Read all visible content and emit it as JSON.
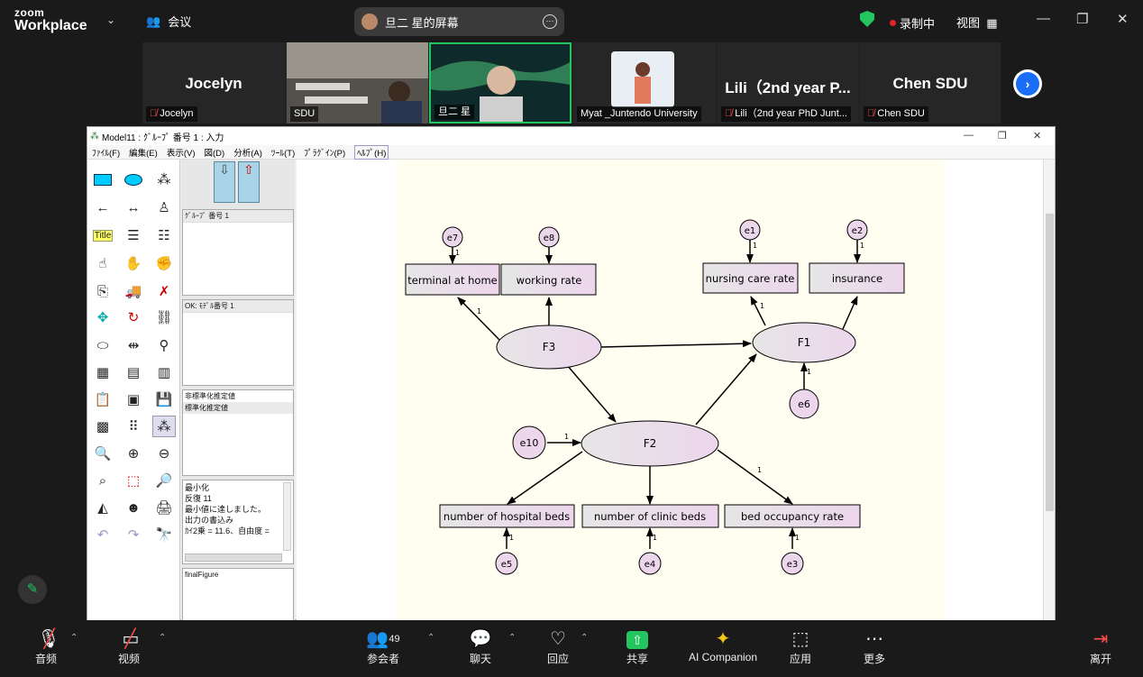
{
  "app": {
    "brand_line1": "zoom",
    "brand_line2": "Workplace"
  },
  "topbar": {
    "meeting_label": "会议",
    "share_title": "旦二 星的屏幕",
    "recording_label": "录制中",
    "view_label": "视图"
  },
  "participants": [
    {
      "display": "Jocelyn",
      "tag": "Jocelyn",
      "muted": true
    },
    {
      "display": "",
      "tag": "SDU",
      "muted": false
    },
    {
      "display": "",
      "tag": "旦二 星",
      "muted": false
    },
    {
      "display": "",
      "tag": "Myat _Juntendo University",
      "muted": false
    },
    {
      "display": "Lili（2nd year P...",
      "tag": "Lili（2nd year PhD Junt...",
      "muted": true
    },
    {
      "display": "Chen SDU",
      "tag": "Chen SDU",
      "muted": true
    }
  ],
  "amos": {
    "title": "Model11 : ｸﾞﾙｰﾌﾟ 番号 1 : 入力",
    "menu": [
      "ﾌｧｲﾙ(F)",
      "編集(E)",
      "表示(V)",
      "図(D)",
      "分析(A)",
      "ﾂｰﾙ(T)",
      "ﾌﾟﾗｸﾞｲﾝ(P)",
      "ﾍﾙﾌﾟ(H)"
    ],
    "tool_title": "Title",
    "group_panel": "ｸﾞﾙｰﾌﾟ 番号 1",
    "model_panel": "OK: ﾓﾃﾞﾙ番号 1",
    "estimates": [
      "非標準化推定値",
      "標準化推定値"
    ],
    "log_lines": [
      "最小化",
      "反復 11",
      "最小値に達しました。",
      "出力の書込み",
      "ｶｲ2乗 = 11.6、自由度 ="
    ],
    "figure_panel": "finalFigure"
  },
  "diagram": {
    "boxes": [
      "terminal at home",
      "working rate",
      "nursing care rate",
      "insurance",
      "number of hospital beds",
      "number of clinic beds",
      "bed occupancy rate"
    ],
    "latents": [
      "F3",
      "F1",
      "F2"
    ],
    "errors": [
      "e7",
      "e8",
      "e1",
      "e2",
      "e6",
      "e10",
      "e5",
      "e4",
      "e3"
    ],
    "fixed_loading": "1"
  },
  "bottombar": {
    "audio": "音频",
    "video": "视频",
    "participants": "参会者",
    "participants_count": "49",
    "chat": "聊天",
    "react": "回应",
    "share": "共享",
    "ai": "AI Companion",
    "apps": "应用",
    "more": "更多",
    "leave": "离开"
  }
}
